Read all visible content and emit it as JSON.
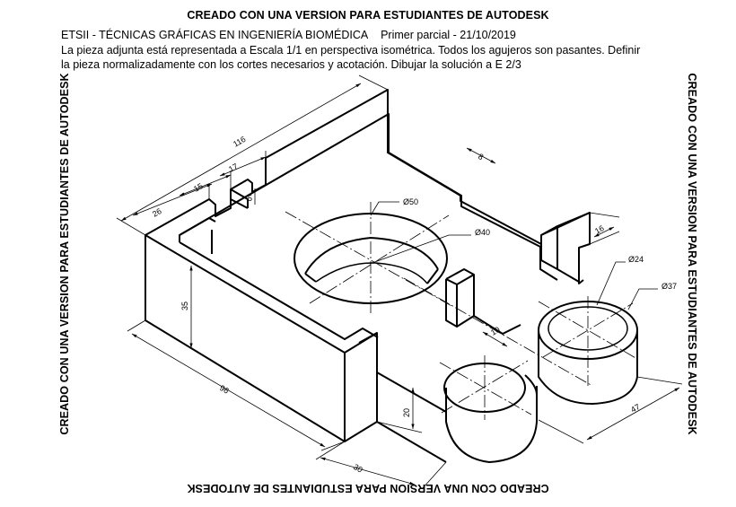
{
  "watermark": {
    "top": "CREADO CON UNA VERSION PARA ESTUDIANTES DE AUTODESK",
    "bottom": "CREADO CON UNA VERSION PARA ESTUDIANTES DE AUTODESK",
    "left": "CREADO CON UNA VERSION PARA ESTUDIANTES DE AUTODESK",
    "right": "CREADO CON UNA VERSION PARA ESTUDIANTES DE AUTODESK"
  },
  "header": {
    "course": "ETSII - TÉCNICAS GRÁFICAS EN INGENIERÍA BIOMÉDICA",
    "exam": "Primer parcial - 21/10/2019",
    "instructions_line1": "La pieza adjunta está representada a Escala 1/1 en perspectiva isométrica. Todos los agujeros son pasantes. Definir",
    "instructions_line2": "la pieza normalizadamente con los cortes necesarios y acotación. Dibujar la solución a E 2/3"
  },
  "dimensions": {
    "d116": "116",
    "d17": "17",
    "d15": "15",
    "d5": "5",
    "d26": "26",
    "d8": "8",
    "d16": "16",
    "d50": "Ø50",
    "d40": "Ø40",
    "d24": "Ø24",
    "d37": "Ø37",
    "d35": "35",
    "d96": "96",
    "d10": "10",
    "d20": "20",
    "d47": "47",
    "d30": "30"
  }
}
